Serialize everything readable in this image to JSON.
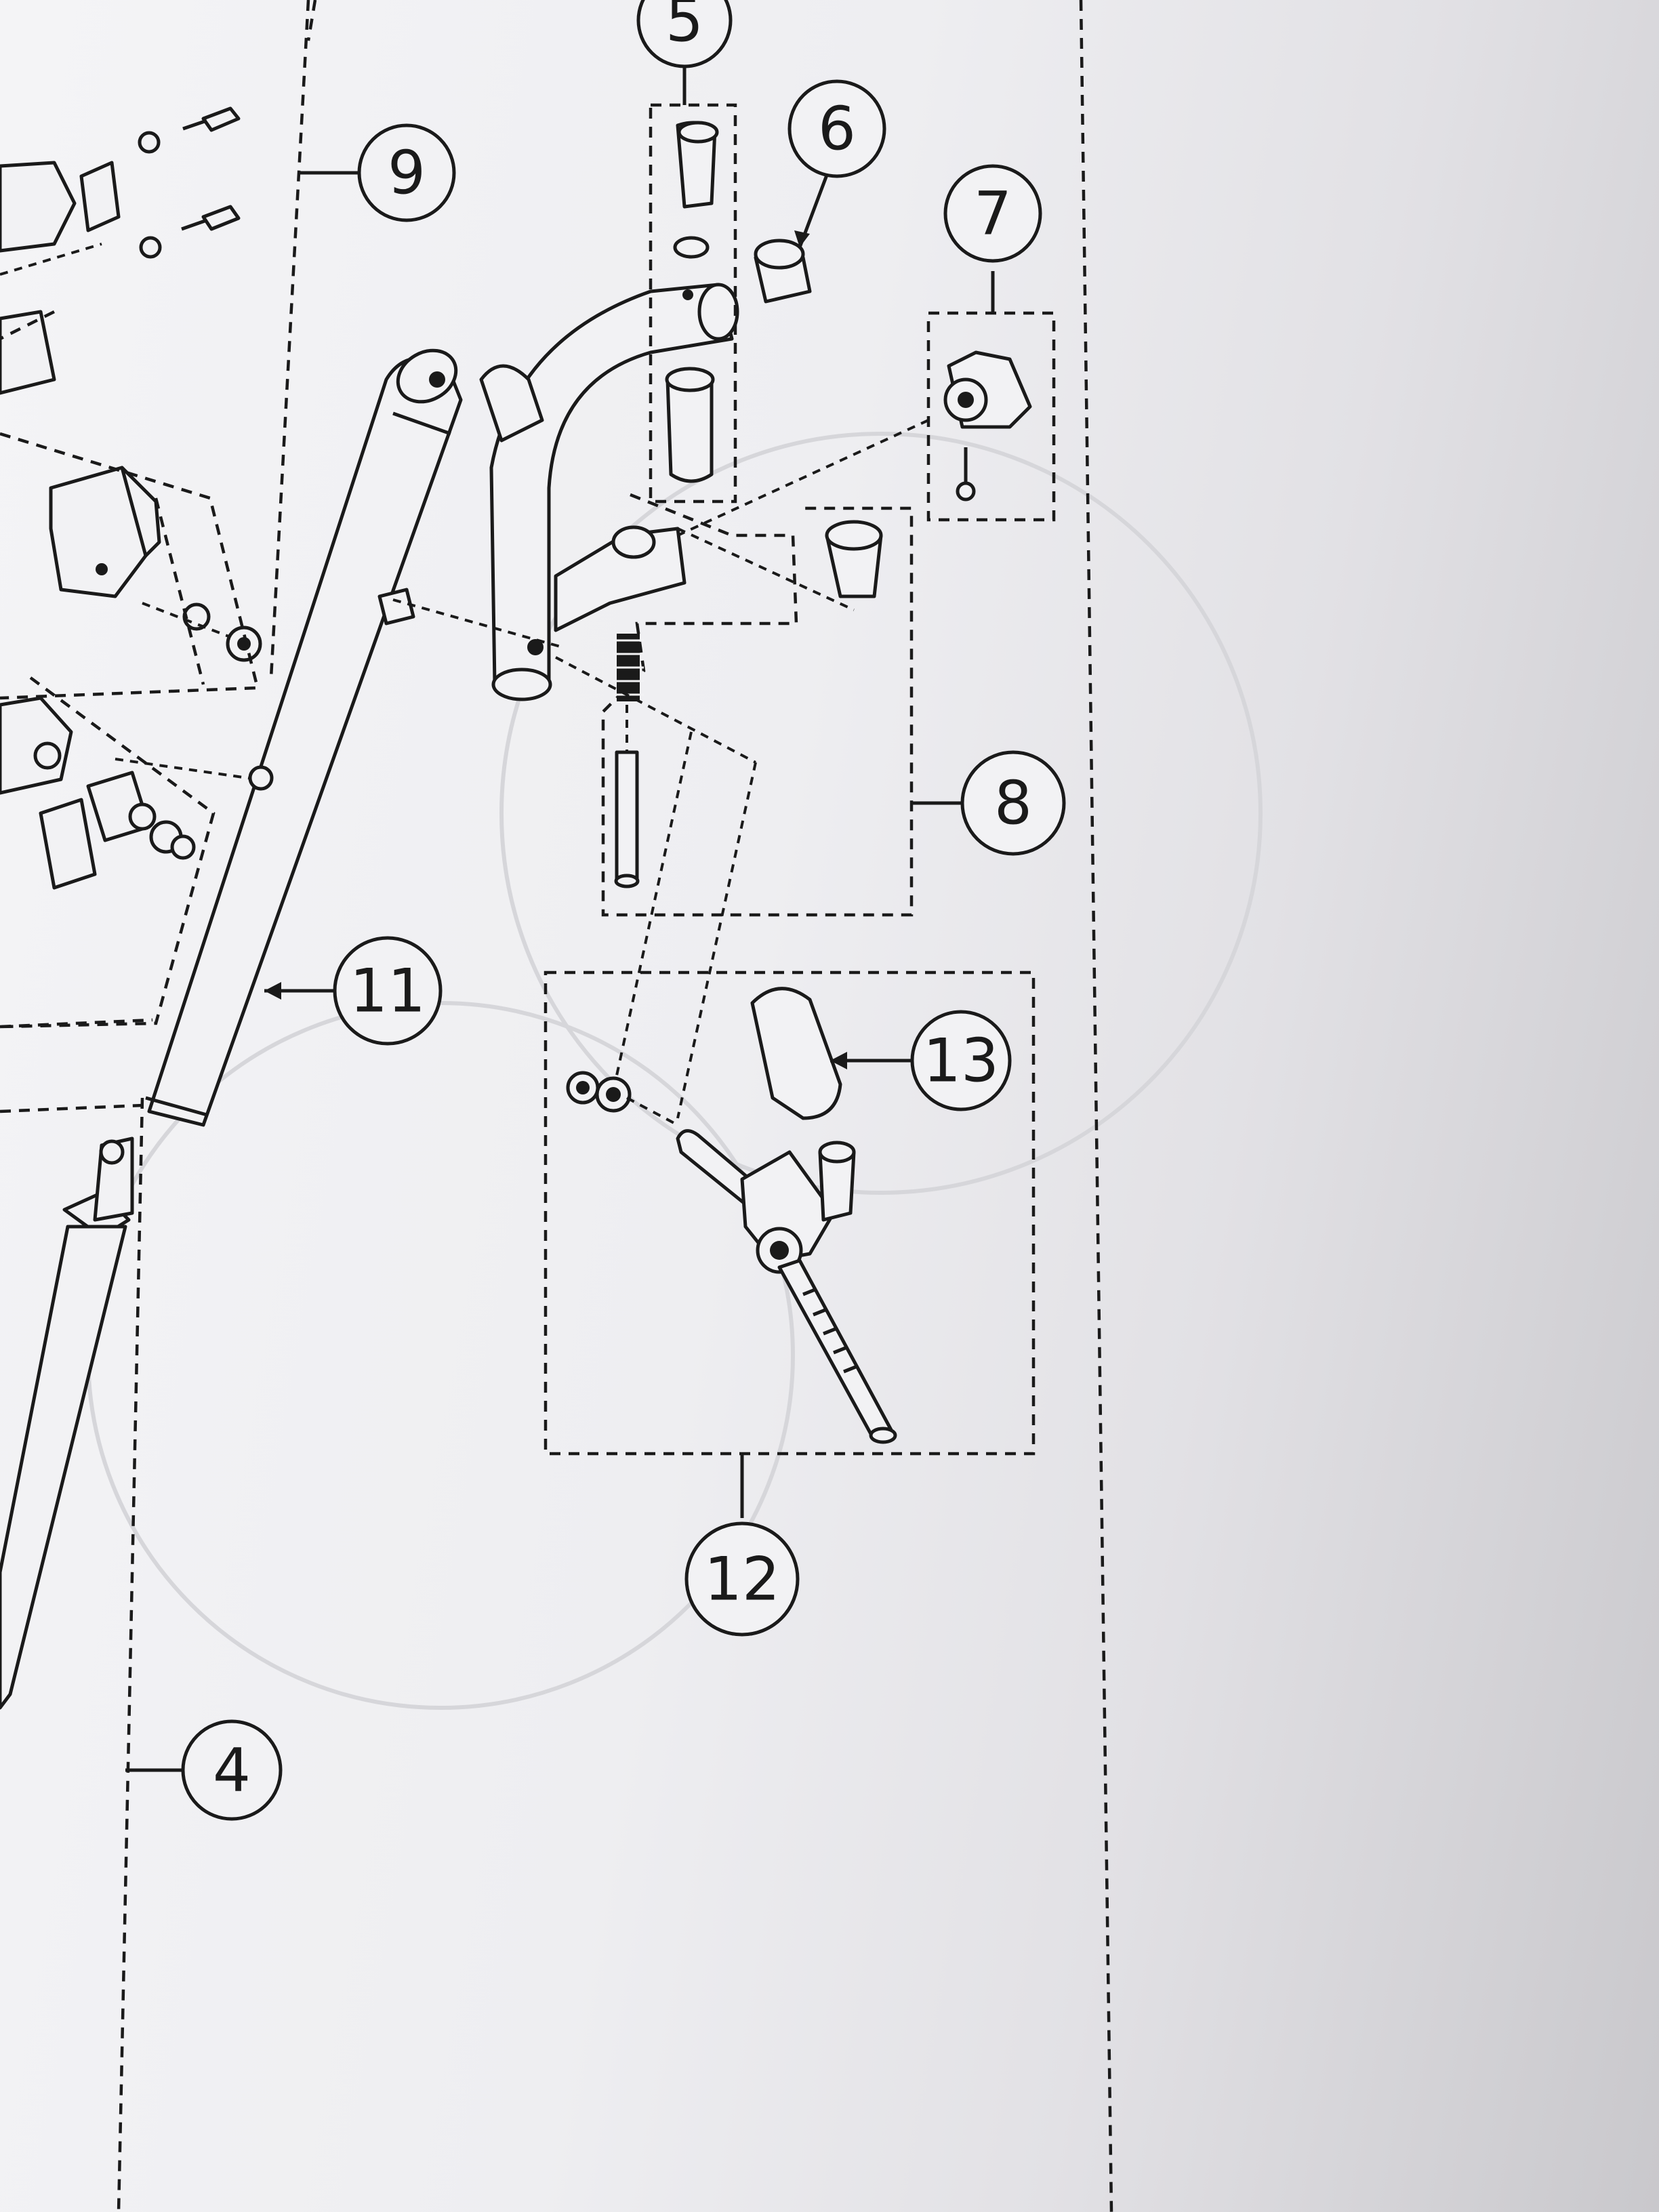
{
  "callouts": [
    {
      "id": "c5",
      "label": "5"
    },
    {
      "id": "c6",
      "label": "6"
    },
    {
      "id": "c7",
      "label": "7"
    },
    {
      "id": "c8",
      "label": "8"
    },
    {
      "id": "c9",
      "label": "9"
    },
    {
      "id": "c11",
      "label": "11"
    },
    {
      "id": "c12",
      "label": "12"
    },
    {
      "id": "c13",
      "label": "13"
    },
    {
      "id": "c4",
      "label": "4"
    }
  ],
  "colors": {
    "ink": "#1a1a1a",
    "paper": "#f2f2f4"
  }
}
